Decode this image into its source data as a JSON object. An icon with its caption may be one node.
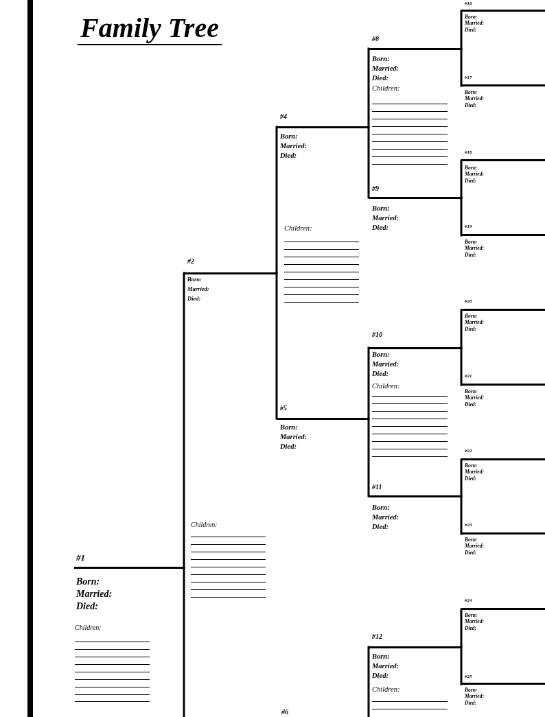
{
  "diagram": {
    "title": "Family Tree",
    "nodes": [
      {
        "text": [
          "#1",
          "Born:",
          "Married:",
          "Died:",
          "Children:"
        ]
      },
      {
        "text": [
          "#2",
          "Born:",
          "Married:",
          "Died:",
          "Children:"
        ]
      },
      {
        "text": [
          "#4",
          "Born:",
          "Married:",
          "Died:",
          "Children:"
        ]
      },
      {
        "text": [
          "#5",
          "Born:",
          "Married:",
          "Died:"
        ]
      },
      {
        "text": [
          "#8",
          "Born:",
          "Married:",
          "Died:",
          "Children:"
        ]
      },
      {
        "text": [
          "#9",
          "Born:",
          "Married:",
          "Died:"
        ]
      },
      {
        "text": [
          "#10",
          "Born:",
          "Married:",
          "Died:",
          "Children:"
        ]
      },
      {
        "text": [
          "#11",
          "Born:",
          "Married:",
          "Died:"
        ]
      },
      {
        "text": [
          "#12",
          "Born:",
          "Married:",
          "Died:",
          "Children:"
        ]
      },
      {
        "text": [
          "#16",
          "Born:",
          "Married:",
          "Died:"
        ]
      },
      {
        "text": [
          "#17",
          "Born:",
          "Married:",
          "Died:"
        ]
      },
      {
        "text": [
          "#18",
          "Born:",
          "Married:",
          "Died:"
        ]
      },
      {
        "text": [
          "#19",
          "Born:",
          "Married:",
          "Died:"
        ]
      },
      {
        "text": [
          "#20",
          "Born:",
          "Married:",
          "Died:"
        ]
      },
      {
        "text": [
          "#21",
          "Born:",
          "Married:",
          "Died:"
        ]
      },
      {
        "text": [
          "#22",
          "Born:",
          "Married:",
          "Died:"
        ]
      },
      {
        "text": [
          "#23",
          "Born:",
          "Married:",
          "Died:"
        ]
      },
      {
        "text": [
          "#24",
          "Born:",
          "Married:",
          "Died:"
        ]
      },
      {
        "text": [
          "#25",
          "Born:",
          "Married:",
          "Died:"
        ]
      }
    ],
    "edges": [
      {
        "from": 0,
        "to": 1,
        "arrow": "none"
      },
      {
        "from": 0,
        "to": null,
        "arrow": "none"
      },
      {
        "from": 1,
        "to": 2,
        "arrow": "none"
      },
      {
        "from": 1,
        "to": 3,
        "arrow": "none"
      },
      {
        "from": 2,
        "to": 4,
        "arrow": "none"
      },
      {
        "from": 2,
        "to": 5,
        "arrow": "none"
      },
      {
        "from": 3,
        "to": 6,
        "arrow": "none"
      },
      {
        "from": 3,
        "to": 7,
        "arrow": "none"
      },
      {
        "from": null,
        "to": 8,
        "arrow": "none"
      },
      {
        "from": 4,
        "to": 9,
        "arrow": "none"
      },
      {
        "from": 4,
        "to": 10,
        "arrow": "none"
      },
      {
        "from": 5,
        "to": 11,
        "arrow": "none"
      },
      {
        "from": 5,
        "to": 12,
        "arrow": "none"
      },
      {
        "from": 6,
        "to": 13,
        "arrow": "none"
      },
      {
        "from": 6,
        "to": 14,
        "arrow": "none"
      },
      {
        "from": 7,
        "to": 15,
        "arrow": "none"
      },
      {
        "from": 7,
        "to": 16,
        "arrow": "none"
      },
      {
        "from": 8,
        "to": 17,
        "arrow": "none"
      },
      {
        "from": 8,
        "to": 18,
        "arrow": "none"
      }
    ],
    "labels": [
      "#6"
    ]
  }
}
